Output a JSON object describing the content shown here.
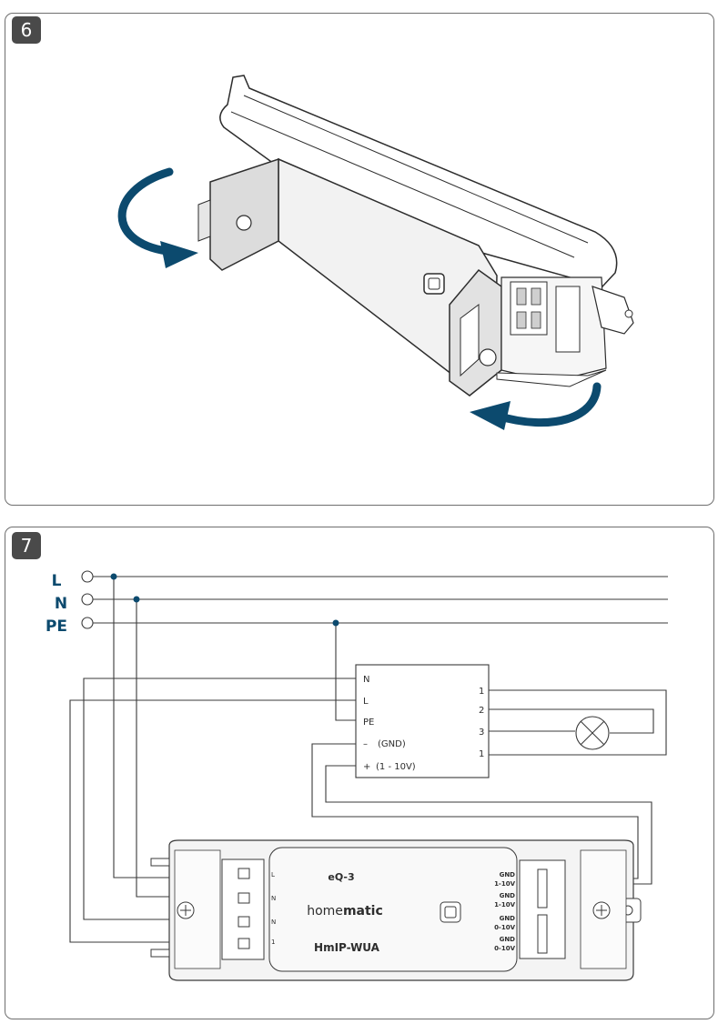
{
  "steps": [
    {
      "number": "6"
    },
    {
      "number": "7"
    }
  ],
  "colors": {
    "accent": "#0c4a6e",
    "line": "#3a3a3a"
  },
  "mains": {
    "l_label": "L",
    "n_label": "N",
    "pe_label": "PE"
  },
  "driver": {
    "in_n": "N",
    "in_l": "L",
    "in_pe": "PE",
    "gnd_label": "(GND)",
    "volt_label": "(1 - 10V)",
    "minus": "–",
    "plus": "+",
    "out_1a": "1",
    "out_2": "2",
    "out_3": "3",
    "out_1b": "1"
  },
  "device": {
    "brand": "eQ-3",
    "logo_light": "home",
    "logo_bold": "matic",
    "model": "HmIP-WUA",
    "term_l": "L",
    "term_n1": "N",
    "term_n2": "N",
    "term_1": "1",
    "out_labels": [
      "GND",
      "1-10V",
      "GND",
      "1-10V",
      "GND",
      "0-10V",
      "GND",
      "0-10V"
    ]
  }
}
